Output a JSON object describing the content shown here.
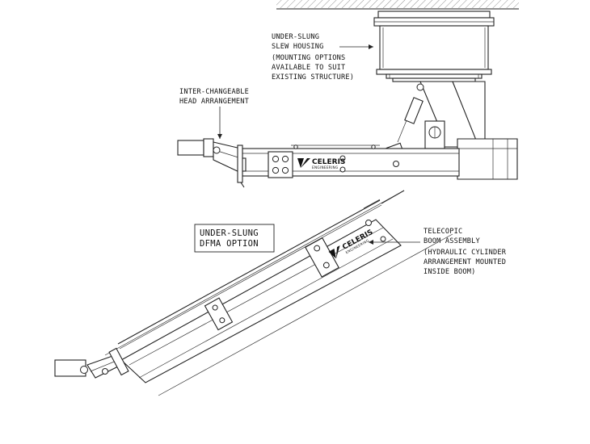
{
  "labels": {
    "slew_housing": [
      "UNDER-SLUNG",
      "SLEW HOUSING",
      "(MOUNTING OPTIONS",
      "AVAILABLE TO SUIT",
      "EXISTING STRUCTURE)"
    ],
    "head": [
      "INTER-CHANGEABLE",
      "HEAD ARRANGEMENT"
    ],
    "option_box": [
      "UNDER-SLUNG",
      "DFMA OPTION"
    ],
    "boom": [
      "TELECOPIC",
      "BOOM ASSEMBLY",
      "(HYDRAULIC CYLINDER",
      "ARRANGEMENT MOUNTED",
      "INSIDE BOOM)"
    ]
  },
  "brand": {
    "name": "CELERIS",
    "sub": "ENGINEERING"
  },
  "icons": {
    "logo": "celeris-logo-icon"
  }
}
